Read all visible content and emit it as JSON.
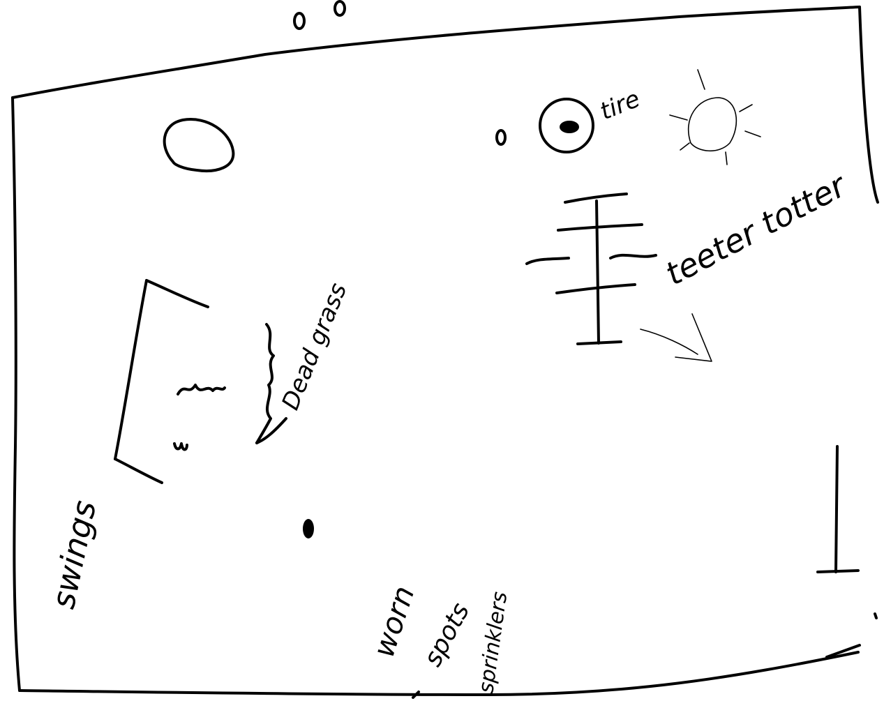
{
  "map": {
    "labels": {
      "tire": "tire",
      "teeter_totter": "teeter totter",
      "swings": "swings",
      "dead_grass": "Dead grass",
      "worn": "worn",
      "spots": "spots",
      "sprinklers": "sprinklers"
    },
    "ink_color": "#000000",
    "background_color": "#ffffff"
  }
}
